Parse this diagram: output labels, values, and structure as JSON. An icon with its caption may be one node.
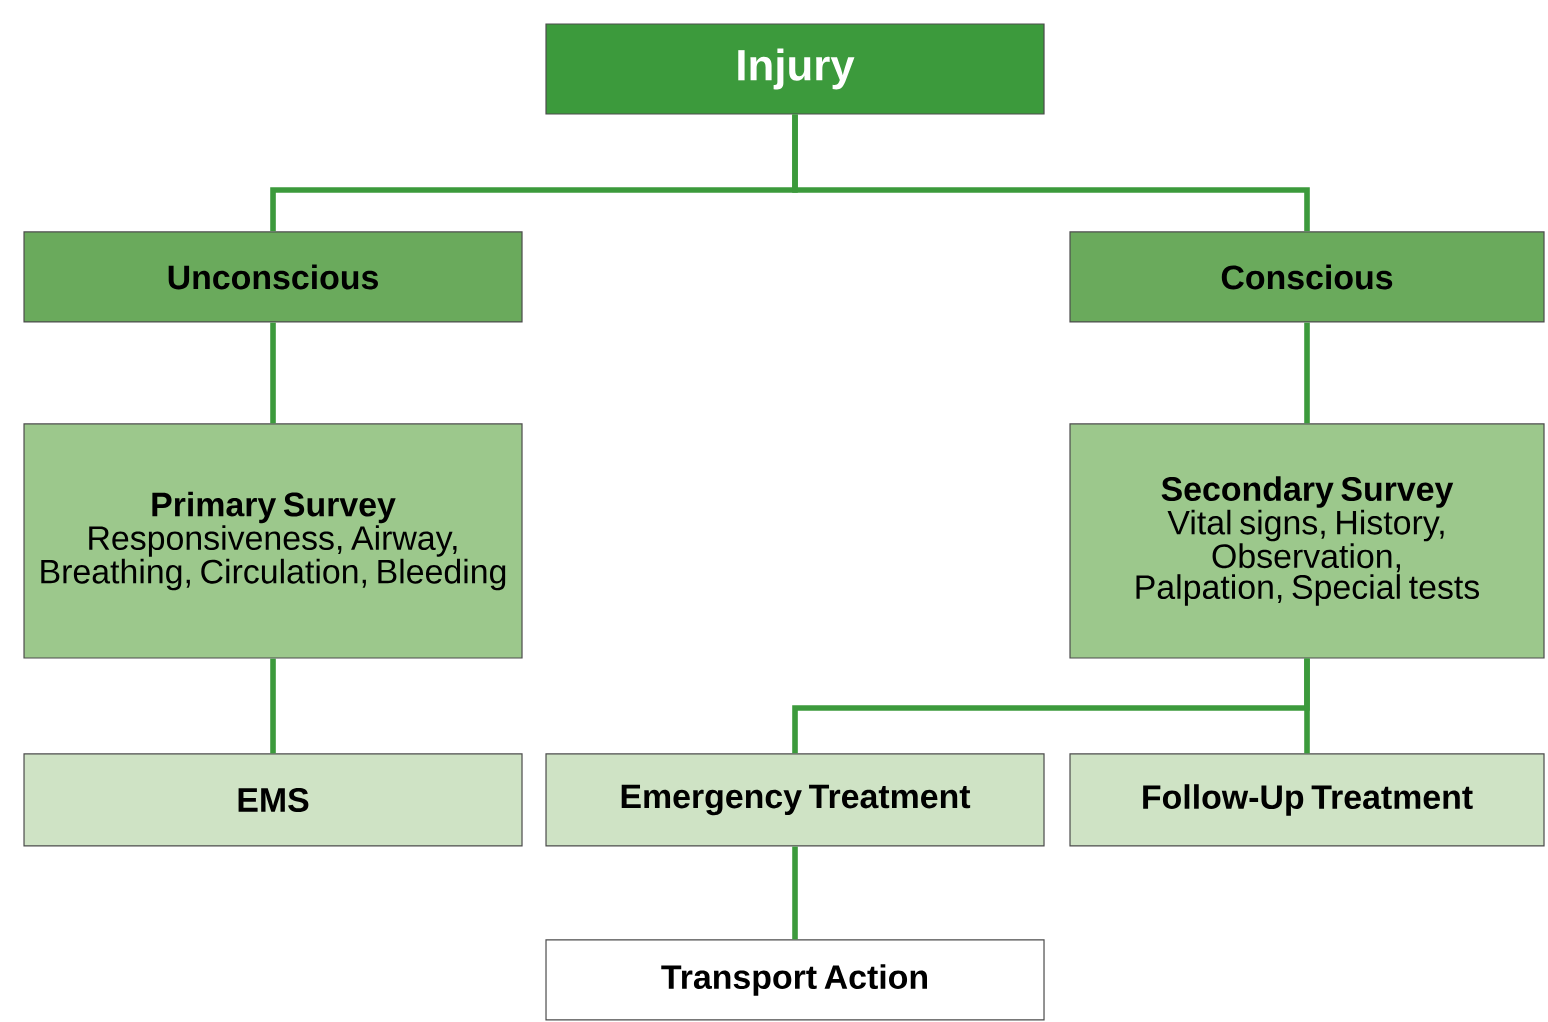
{
  "diagram": {
    "nodes": [
      {
        "text": [
          "Injury"
        ]
      },
      {
        "text": [
          "Unconscious"
        ]
      },
      {
        "text": [
          "Conscious"
        ]
      },
      {
        "text": [
          "Primary Survey",
          "Responsiveness, Airway, Breathing, Circulation, Bleeding"
        ]
      },
      {
        "text": [
          "Secondary Survey",
          "Vital signs, History, Observation, Palpation, Special tests"
        ]
      },
      {
        "text": [
          "EMS"
        ]
      },
      {
        "text": [
          "Emergency Treatment"
        ]
      },
      {
        "text": [
          "Follow-Up Treatment"
        ]
      },
      {
        "text": [
          "Transport Action"
        ]
      }
    ],
    "edges": [
      {
        "from": 0,
        "to": 1,
        "arrow": "none"
      },
      {
        "from": 0,
        "to": 2,
        "arrow": "none"
      },
      {
        "from": 1,
        "to": 3,
        "arrow": "none"
      },
      {
        "from": 3,
        "to": 5,
        "arrow": "none"
      },
      {
        "from": 2,
        "to": 4,
        "arrow": "none"
      },
      {
        "from": 4,
        "to": 6,
        "arrow": "none"
      },
      {
        "from": 4,
        "to": 7,
        "arrow": "none"
      },
      {
        "from": 6,
        "to": 8,
        "arrow": "none"
      }
    ]
  }
}
